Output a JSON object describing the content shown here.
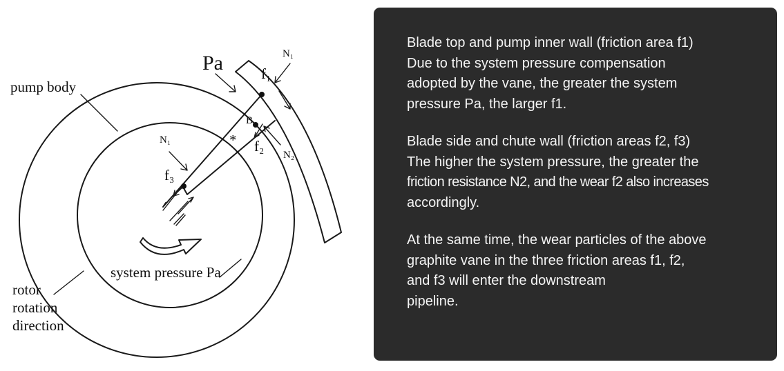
{
  "diagram": {
    "labels": {
      "pump_body": "pump body",
      "pa_top": "Pa",
      "n1_top": "N₁",
      "f1": "f₁",
      "n1_left": "N₁",
      "f3": "f₃",
      "f2": "f₂",
      "n2": "N₂",
      "system_pressure": "system pressure Pa",
      "rotor_line1": "rotor",
      "rotor_line2": "rotation",
      "rotor_line3": "direction",
      "mark_star": "*",
      "mark_b": "B"
    }
  },
  "panel": {
    "paragraphs": [
      {
        "lines": [
          "Blade top and pump inner wall (friction area f1)",
          "Due to the system pressure compensation",
          "adopted by the vane, the greater the system",
          "pressure Pa, the larger f1."
        ]
      },
      {
        "lines": [
          "Blade side and chute wall (friction areas f2, f3)",
          "The higher the system pressure, the greater the",
          "friction resistance N2, and the wear f2 also increases",
          "accordingly."
        ]
      },
      {
        "lines": [
          "At the same time, the wear particles of the above",
          "graphite vane in the three friction areas f1, f2,",
          "and f3 will enter the downstream",
          "pipeline."
        ]
      }
    ]
  }
}
